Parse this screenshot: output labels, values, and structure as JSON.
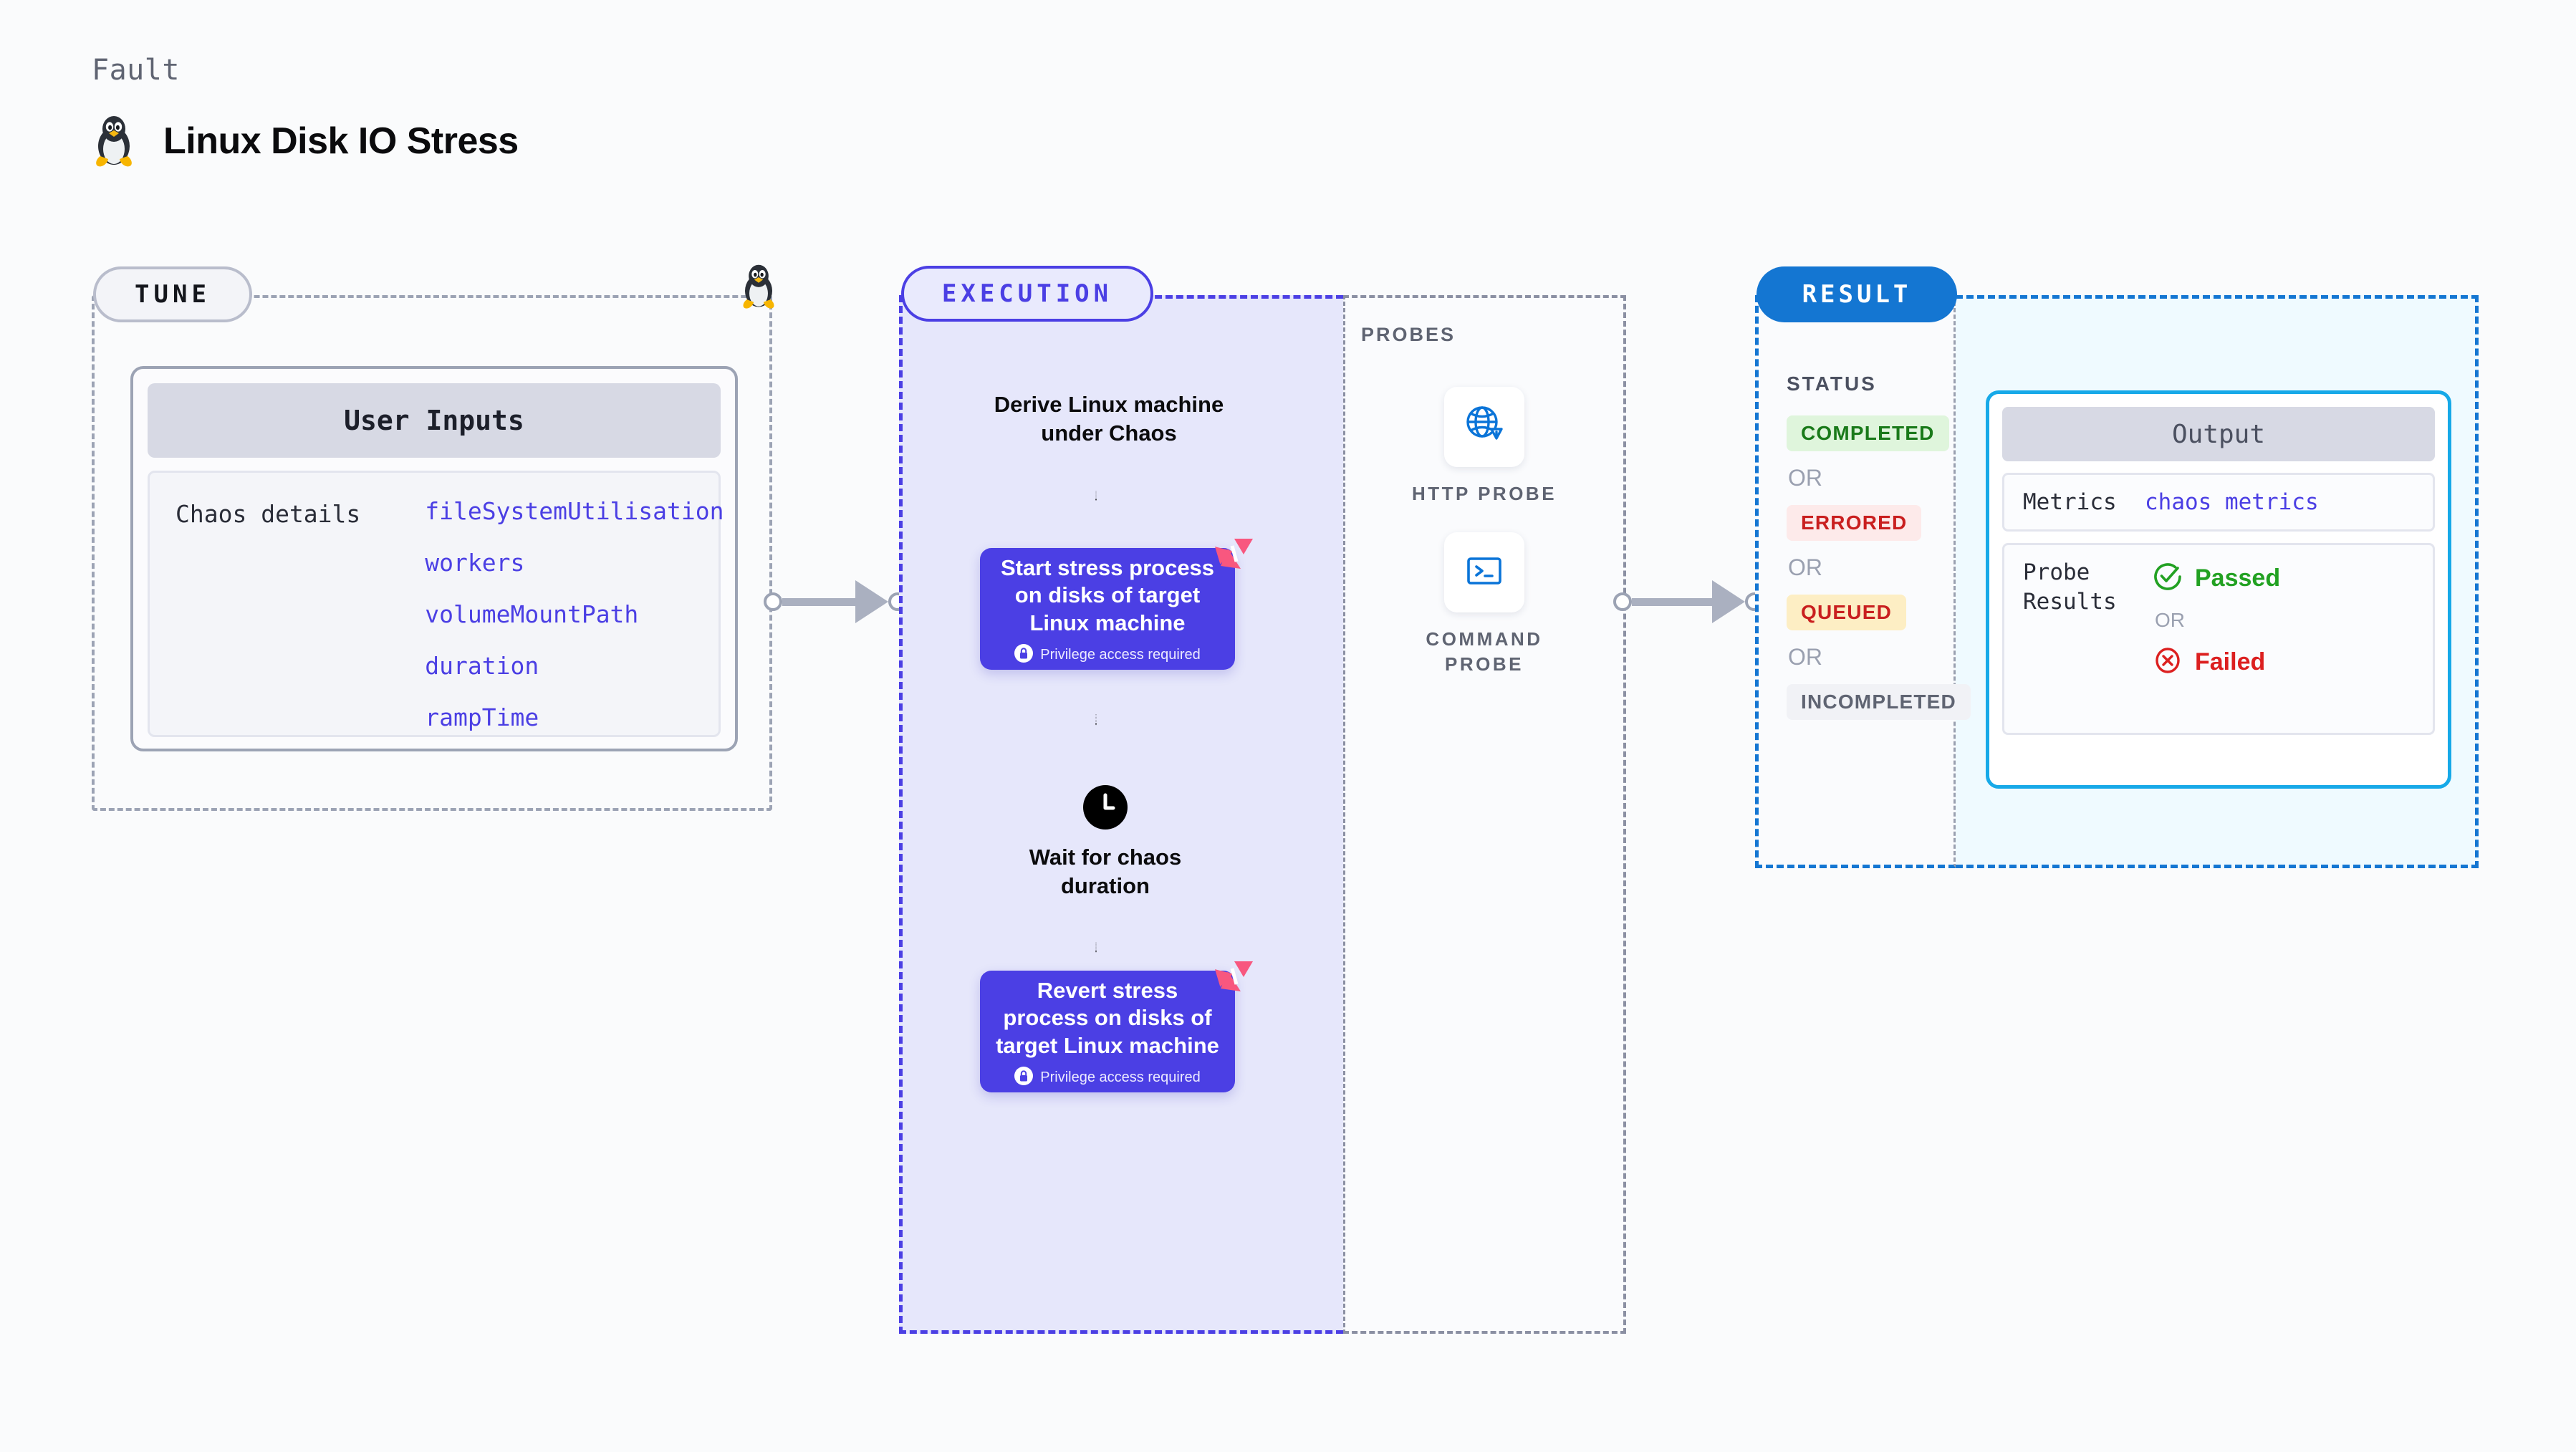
{
  "header": {
    "kicker": "Fault",
    "title": "Linux Disk IO Stress",
    "icon": "linux-penguin-icon"
  },
  "tune": {
    "pill_label": "TUNE",
    "edge_icon": "linux-penguin-icon",
    "card": {
      "heading": "User Inputs",
      "row_label": "Chaos details",
      "values": [
        "fileSystemUtilisation",
        "workers",
        "volumeMountPath",
        "duration",
        "rampTime"
      ]
    }
  },
  "execution": {
    "pill_label": "EXECUTION",
    "steps": [
      {
        "kind": "text",
        "label": "Derive Linux machine\nunder Chaos"
      },
      {
        "kind": "node",
        "label": "Start stress process\non disks of target\nLinux machine",
        "note": "Privilege access required",
        "badge": "harness-logo-icon",
        "lock": "lock-icon"
      },
      {
        "kind": "wait",
        "label": "Wait for chaos\nduration",
        "icon": "clock-icon"
      },
      {
        "kind": "node",
        "label": "Revert stress\nprocess on disks of\ntarget Linux machine",
        "note": "Privilege access required",
        "badge": "harness-logo-icon",
        "lock": "lock-icon"
      }
    ]
  },
  "probes": {
    "title": "PROBES",
    "items": [
      {
        "label": "HTTP PROBE",
        "icon": "globe-warning-icon"
      },
      {
        "label": "COMMAND\nPROBE",
        "icon": "terminal-icon"
      }
    ]
  },
  "result": {
    "pill_label": "RESULT",
    "status_title": "STATUS",
    "or_label": "OR",
    "statuses": [
      {
        "label": "COMPLETED",
        "color": "#1a7a1a",
        "bg": "#dff5dc"
      },
      {
        "label": "ERRORED",
        "color": "#c91f1f",
        "bg": "#fdeaea"
      },
      {
        "label": "QUEUED",
        "color": "#c91f1f",
        "bg": "#fdeec4"
      },
      {
        "label": "INCOMPLETED",
        "color": "#5f6472",
        "bg": "#f1f2f6"
      }
    ],
    "output": {
      "heading": "Output",
      "metrics_label": "Metrics",
      "metrics_value": "chaos metrics",
      "probe_results_label": "Probe\nResults",
      "passed_label": "Passed",
      "failed_label": "Failed",
      "or_label": "OR",
      "passed_color": "#22a122",
      "failed_color": "#dc2020",
      "passed_icon": "check-circle-icon",
      "failed_icon": "x-circle-icon"
    }
  },
  "colors": {
    "tune_border": "#9ca3b4",
    "execution": "#4b3fe4",
    "probes_border": "#8b90a3",
    "result": "#1476d2",
    "output_border": "#17a9e8",
    "harness_pink": "#f8577f"
  },
  "connectors": [
    {
      "name": "tune-to-execution"
    },
    {
      "name": "probes-to-result"
    }
  ]
}
